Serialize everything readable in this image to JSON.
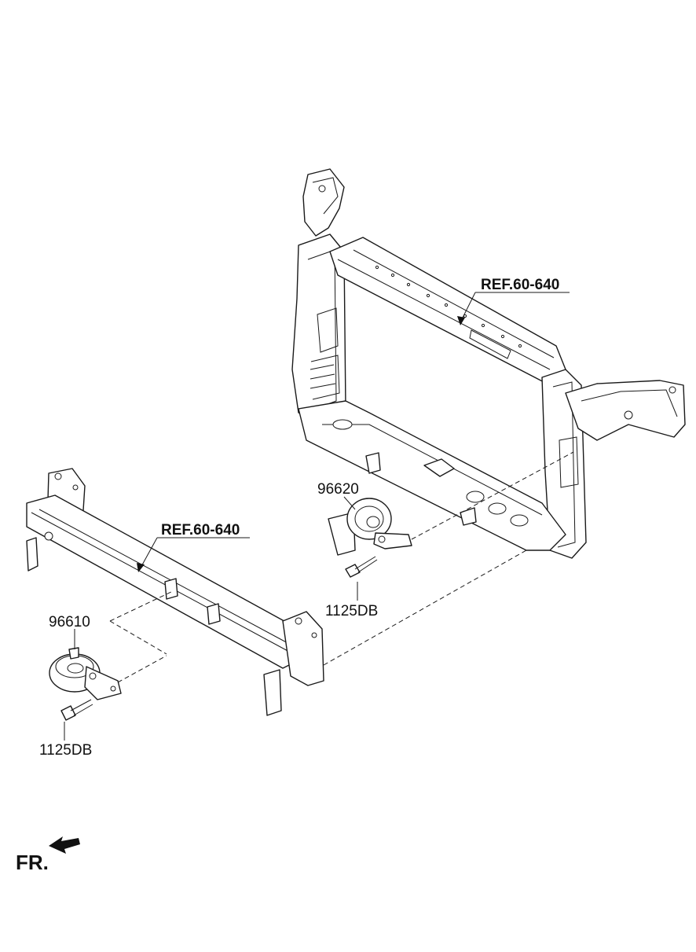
{
  "labels": {
    "ref_upper": "REF.60-640",
    "ref_lower": "REF.60-640",
    "part_horn_high": "96620",
    "part_horn_low": "96610",
    "bolt_upper": "1125DB",
    "bolt_lower": "1125DB",
    "front_indicator": "FR."
  },
  "icons": {
    "front_arrow": "arrow-down-left-icon"
  }
}
